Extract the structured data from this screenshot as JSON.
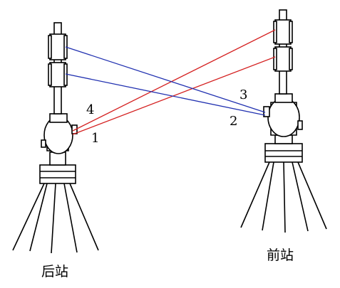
{
  "stations": {
    "back": {
      "caption": "后站"
    },
    "front": {
      "caption": "前站"
    }
  },
  "sight_lines": {
    "labels": [
      "1",
      "2",
      "3",
      "4"
    ],
    "colors": {
      "back_to_front": "#d42020",
      "front_to_back": "#2030b0"
    }
  }
}
